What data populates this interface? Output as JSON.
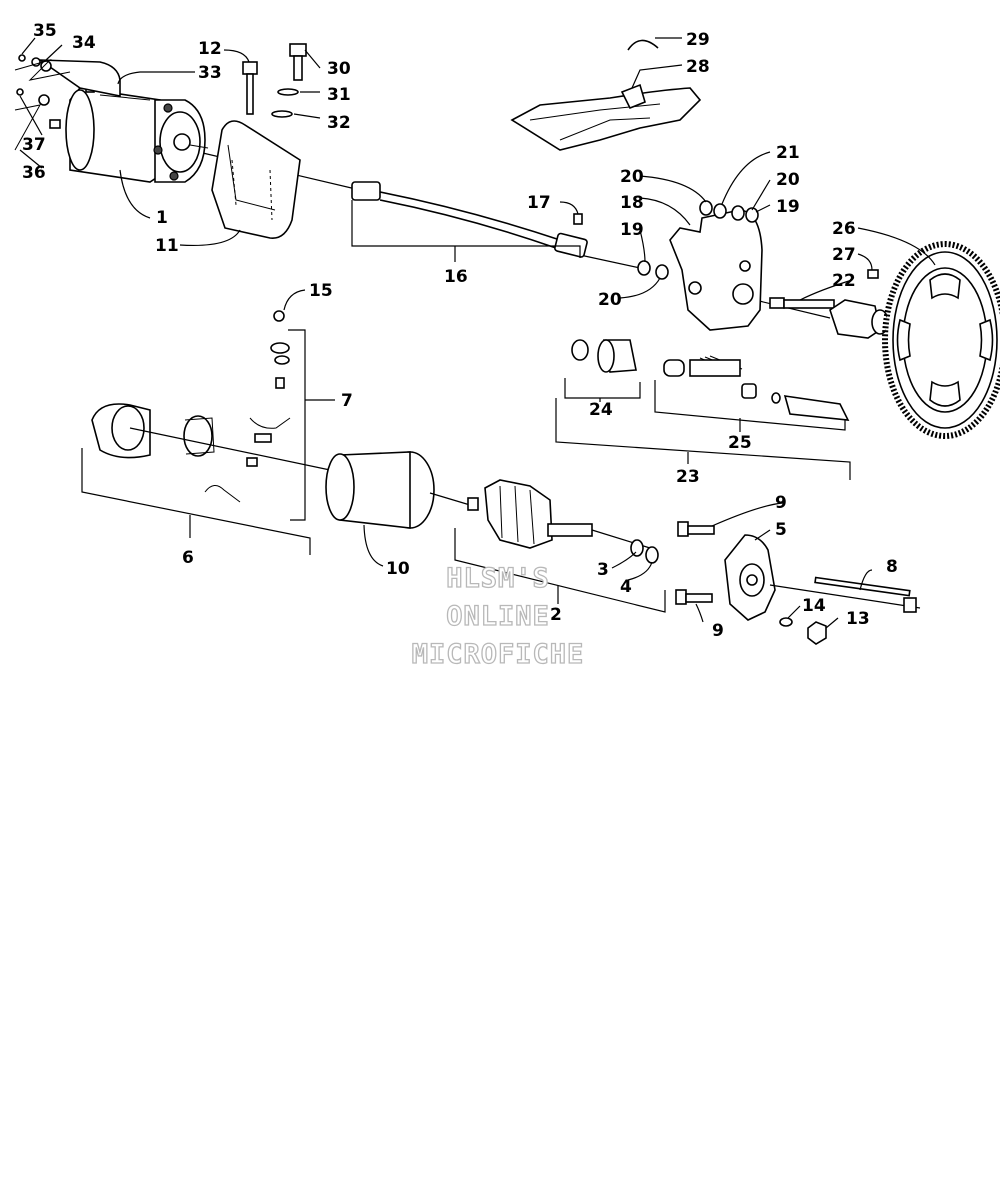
{
  "watermark": {
    "line1": "HLSM'S",
    "line2": "ONLINE",
    "line3": "MICROFICHE"
  },
  "callouts": [
    {
      "id": "c1",
      "text": "1"
    },
    {
      "id": "c2",
      "text": "2"
    },
    {
      "id": "c3",
      "text": "3"
    },
    {
      "id": "c4",
      "text": "4"
    },
    {
      "id": "c5",
      "text": "5"
    },
    {
      "id": "c6",
      "text": "6"
    },
    {
      "id": "c7",
      "text": "7"
    },
    {
      "id": "c8",
      "text": "8"
    },
    {
      "id": "c9a",
      "text": "9"
    },
    {
      "id": "c9b",
      "text": "9"
    },
    {
      "id": "c10",
      "text": "10"
    },
    {
      "id": "c11",
      "text": "11"
    },
    {
      "id": "c12",
      "text": "12"
    },
    {
      "id": "c13",
      "text": "13"
    },
    {
      "id": "c14",
      "text": "14"
    },
    {
      "id": "c15",
      "text": "15"
    },
    {
      "id": "c16",
      "text": "16"
    },
    {
      "id": "c17",
      "text": "17"
    },
    {
      "id": "c18",
      "text": "18"
    },
    {
      "id": "c19a",
      "text": "19"
    },
    {
      "id": "c19b",
      "text": "19"
    },
    {
      "id": "c20a",
      "text": "20"
    },
    {
      "id": "c20b",
      "text": "20"
    },
    {
      "id": "c20c",
      "text": "20"
    },
    {
      "id": "c21",
      "text": "21"
    },
    {
      "id": "c22",
      "text": "22"
    },
    {
      "id": "c23",
      "text": "23"
    },
    {
      "id": "c24",
      "text": "24"
    },
    {
      "id": "c25",
      "text": "25"
    },
    {
      "id": "c26",
      "text": "26"
    },
    {
      "id": "c27",
      "text": "27"
    },
    {
      "id": "c28",
      "text": "28"
    },
    {
      "id": "c29",
      "text": "29"
    },
    {
      "id": "c30",
      "text": "30"
    },
    {
      "id": "c31",
      "text": "31"
    },
    {
      "id": "c32",
      "text": "32"
    },
    {
      "id": "c33",
      "text": "33"
    },
    {
      "id": "c34",
      "text": "34"
    },
    {
      "id": "c35",
      "text": "35"
    },
    {
      "id": "c36",
      "text": "36"
    },
    {
      "id": "c37",
      "text": "37"
    }
  ]
}
